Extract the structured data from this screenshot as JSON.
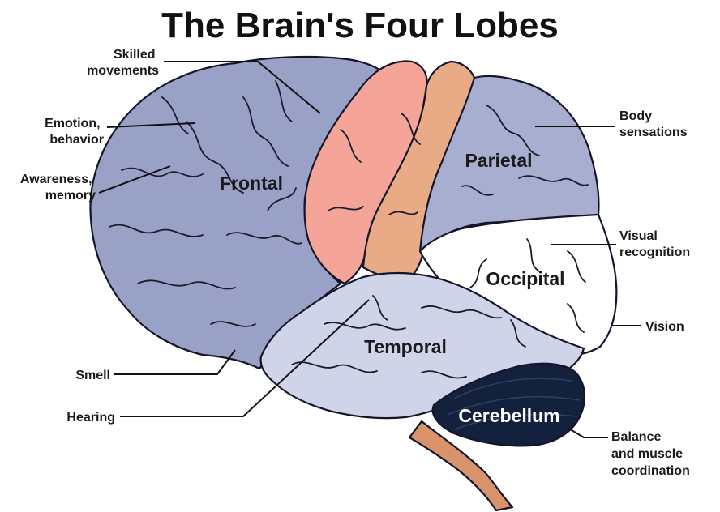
{
  "title": "The Brain's Four Lobes",
  "colors": {
    "frontal": "#9aa1c6",
    "motor_strip": "#f5a598",
    "sensory_strip": "#e8ab86",
    "parietal": "#a7aed0",
    "occipital": "#ffffff",
    "temporal": "#cfd4e8",
    "cerebellum": "#14213d",
    "brainstem": "#d9936a"
  },
  "lobes": {
    "frontal": "Frontal",
    "parietal": "Parietal",
    "occipital": "Occipital",
    "temporal": "Temporal",
    "cerebellum": "Cerebellum"
  },
  "callouts": {
    "skilled_movements": [
      "Skilled",
      "movements"
    ],
    "emotion_behavior": [
      "Emotion,",
      "behavior"
    ],
    "awareness_memory": [
      "Awareness,",
      "memory"
    ],
    "smell": "Smell",
    "hearing": "Hearing",
    "body_sensations": [
      "Body",
      "sensations"
    ],
    "visual_recognition": [
      "Visual",
      "recognition"
    ],
    "vision": "Vision",
    "balance_coordination": [
      "Balance",
      "and muscle",
      "coordination"
    ]
  }
}
